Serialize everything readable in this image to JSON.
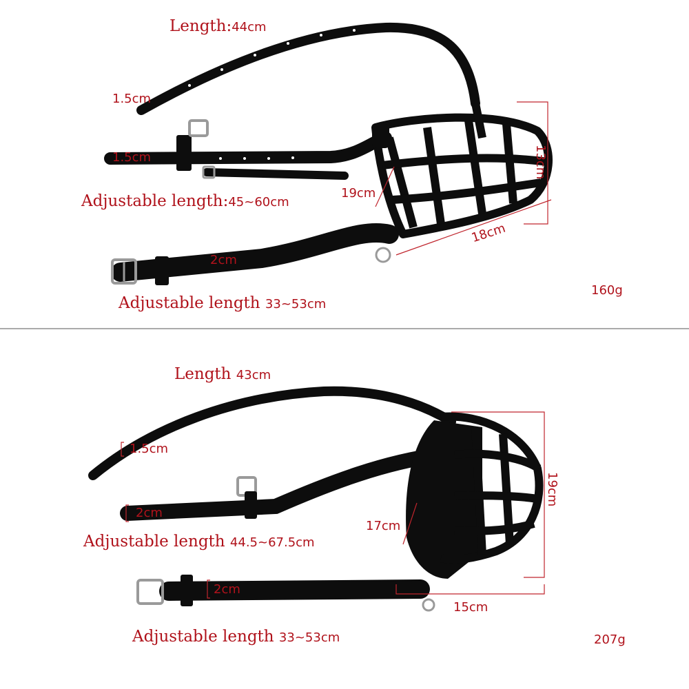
{
  "colors": {
    "label_red": "#b0121b",
    "strap_black": "#0d0d0d",
    "dimension_line_red": "#c0252d",
    "divider_gray": "#555555"
  },
  "top_product": {
    "length_label": "Length:",
    "length_value": "44cm",
    "strap_width_upper": "1.5cm",
    "strap_width_middle": "1.5cm",
    "adjustable_label": "Adjustable length:",
    "adjustable_value": "45~60cm",
    "cage_depth": "19cm",
    "cage_height": "13cm",
    "cage_length": "18cm",
    "lower_strap_width": "2cm",
    "lower_adjustable_label": "Adjustable length",
    "lower_adjustable_value": "33~53cm",
    "weight": "160g"
  },
  "bottom_product": {
    "length_label": "Length",
    "length_value": "43cm",
    "strap_width_upper": "1.5cm",
    "strap_width_middle": "2cm",
    "adjustable_label": "Adjustable length",
    "adjustable_value": "44.5~67.5cm",
    "cage_depth": "17cm",
    "cage_height": "19cm",
    "cage_length": "15cm",
    "lower_strap_width": "2cm",
    "lower_adjustable_label": "Adjustable length",
    "lower_adjustable_value": "33~53cm",
    "weight": "207g"
  }
}
